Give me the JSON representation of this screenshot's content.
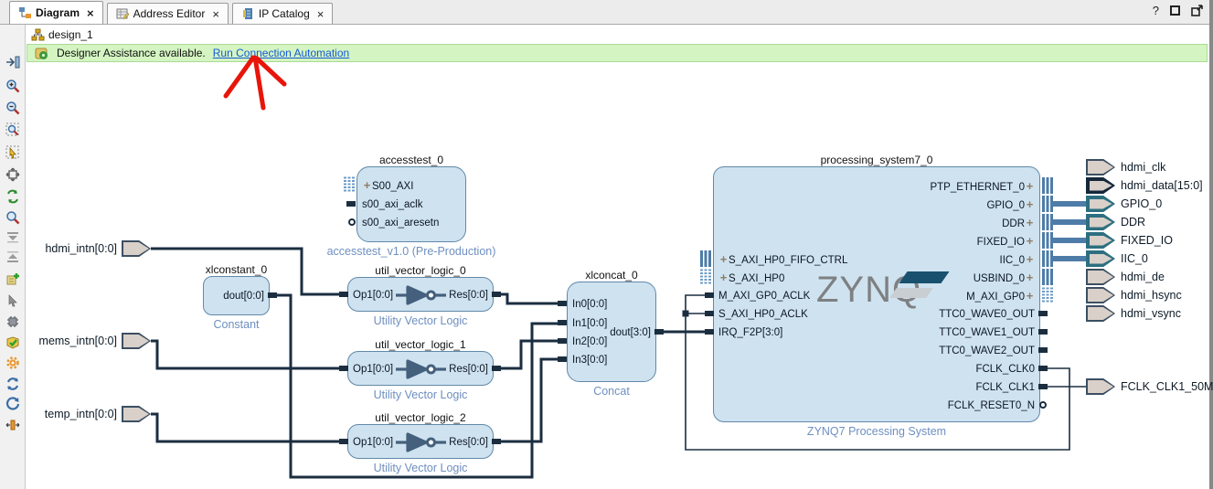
{
  "tabs": {
    "items": [
      {
        "label": "Diagram",
        "close": "×"
      },
      {
        "label": "Address Editor",
        "close": "×"
      },
      {
        "label": "IP Catalog",
        "close": "×"
      }
    ],
    "help": "?"
  },
  "design": {
    "name": "design_1"
  },
  "banner": {
    "message": "Designer Assistance available.",
    "link_label": "Run Connection Automation"
  },
  "toolbar": {
    "items": [
      "dock",
      "zoom-in",
      "zoom-out",
      "zoom-fit",
      "select-area",
      "fit-view",
      "auto-layout",
      "search",
      "collapse-hierarchy",
      "expand-hierarchy",
      "add-ip",
      "make-external",
      "customize-block",
      "validate-design",
      "settings-gear",
      "refresh",
      "regenerate-layout",
      "expand-columns"
    ]
  },
  "diagram": {
    "external_ports_left": [
      {
        "label": "hdmi_intn[0:0]"
      },
      {
        "label": "mems_intn[0:0]"
      },
      {
        "label": "temp_intn[0:0]"
      }
    ],
    "external_ports_right": [
      {
        "label": "hdmi_clk"
      },
      {
        "label": "hdmi_data[15:0]"
      },
      {
        "label": "GPIO_0"
      },
      {
        "label": "DDR"
      },
      {
        "label": "FIXED_IO"
      },
      {
        "label": "IIC_0"
      },
      {
        "label": "hdmi_de"
      },
      {
        "label": "hdmi_hsync"
      },
      {
        "label": "hdmi_vsync"
      },
      {
        "label": "FCLK_CLK1_50M"
      }
    ],
    "accesstest": {
      "title": "accesstest_0",
      "subtitle": "accesstest_v1.0 (Pre-Production)",
      "ports": [
        {
          "label": "S00_AXI"
        },
        {
          "label": "s00_axi_aclk"
        },
        {
          "label": "s00_axi_aresetn"
        }
      ]
    },
    "xlconstant": {
      "title": "xlconstant_0",
      "subtitle": "Constant",
      "ports": [
        {
          "label": "dout[0:0]"
        }
      ]
    },
    "uvl": [
      {
        "title": "util_vector_logic_0",
        "subtitle": "Utility Vector Logic",
        "op": "Op1[0:0]",
        "res": "Res[0:0]"
      },
      {
        "title": "util_vector_logic_1",
        "subtitle": "Utility Vector Logic",
        "op": "Op1[0:0]",
        "res": "Res[0:0]"
      },
      {
        "title": "util_vector_logic_2",
        "subtitle": "Utility Vector Logic",
        "op": "Op1[0:0]",
        "res": "Res[0:0]"
      }
    ],
    "xlconcat": {
      "title": "xlconcat_0",
      "subtitle": "Concat",
      "in_ports": [
        {
          "label": "In0[0:0]"
        },
        {
          "label": "In1[0:0]"
        },
        {
          "label": "In2[0:0]"
        },
        {
          "label": "In3[0:0]"
        }
      ],
      "dout": "dout[3:0]"
    },
    "ps7": {
      "title": "processing_system7_0",
      "subtitle": "ZYNQ7 Processing System",
      "logo": "ZYNQ",
      "left_ports": [
        {
          "label": "S_AXI_HP0_FIFO_CTRL"
        },
        {
          "label": "S_AXI_HP0"
        },
        {
          "label": "M_AXI_GP0_ACLK"
        },
        {
          "label": "S_AXI_HP0_ACLK"
        },
        {
          "label": "IRQ_F2P[3:0]"
        }
      ],
      "right_ports": [
        {
          "label": "PTP_ETHERNET_0"
        },
        {
          "label": "GPIO_0"
        },
        {
          "label": "DDR"
        },
        {
          "label": "FIXED_IO"
        },
        {
          "label": "IIC_0"
        },
        {
          "label": "USBIND_0"
        },
        {
          "label": "M_AXI_GP0"
        },
        {
          "label": "TTC0_WAVE0_OUT"
        },
        {
          "label": "TTC0_WAVE1_OUT"
        },
        {
          "label": "TTC0_WAVE2_OUT"
        },
        {
          "label": "FCLK_CLK0"
        },
        {
          "label": "FCLK_CLK1"
        },
        {
          "label": "FCLK_RESET0_N"
        }
      ]
    },
    "annotation": {
      "type": "hand-drawn-arrow",
      "color": "#e8150a",
      "points_to": "Run Connection Automation"
    }
  },
  "colors": {
    "block_fill": "#cfe2f0",
    "block_border": "#6089a8",
    "wire": "#1b2e40",
    "bus": "#4e7ca8",
    "banner_bg": "#d4f5c2",
    "link": "#1558d6",
    "sub_label": "#6e8fc0",
    "port_fill": "#d9d0c9",
    "port_teal": "#2d6f80",
    "annotation_red": "#e8150a"
  }
}
